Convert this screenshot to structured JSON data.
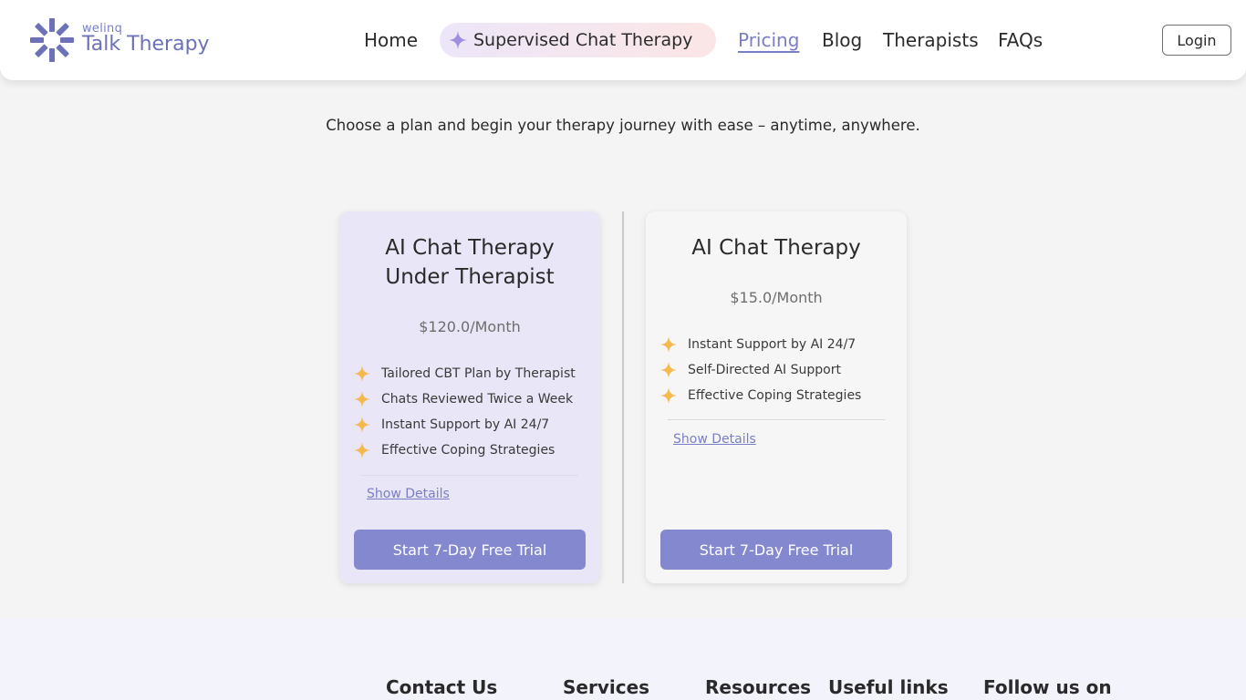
{
  "header": {
    "logo": {
      "small": "welinq",
      "big": "Talk Therapy"
    },
    "nav": {
      "home": "Home",
      "featured": "Supervised Chat Therapy",
      "pricing": "Pricing",
      "blog": "Blog",
      "therapists": "Therapists",
      "faqs": "FAQs"
    },
    "login_label": "Login"
  },
  "tagline": "Choose a plan and begin your therapy journey with ease – anytime, anywhere.",
  "plans": [
    {
      "title_line1": "AI Chat Therapy",
      "title_line2": "Under Therapist",
      "price": "$120.0/Month",
      "features": [
        "Tailored CBT Plan by Therapist",
        "Chats Reviewed Twice a Week",
        "Instant Support by AI 24/7",
        "Effective Coping Strategies"
      ],
      "details_label": "Show Details",
      "cta_label": "Start 7-Day Free Trial"
    },
    {
      "title_line1": "AI Chat Therapy",
      "price": "$15.0/Month",
      "features": [
        "Instant Support by AI 24/7",
        "Self-Directed AI Support",
        "Effective Coping Strategies"
      ],
      "details_label": "Show Details",
      "cta_label": "Start 7-Day Free Trial"
    }
  ],
  "footer": {
    "headings": [
      "Contact Us",
      "Services",
      "Resources",
      "Useful links",
      "Follow us on"
    ]
  },
  "colors": {
    "accent": "#8489cf",
    "link": "#7a7ec6",
    "star": "#f5b94e",
    "featured_card_bg": "#e8e6f7"
  },
  "icons": {
    "logo": "flower-logo-icon",
    "featured": "sparkle-icon",
    "feature_bullet": "star-icon"
  }
}
